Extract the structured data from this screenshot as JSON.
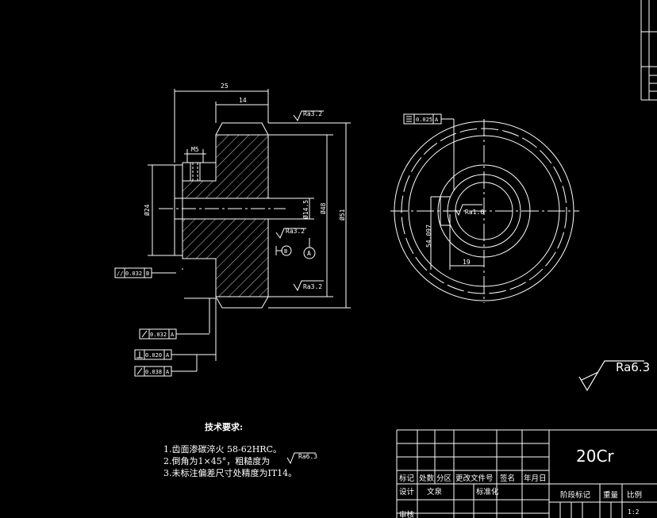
{
  "drawing": {
    "dimensions": {
      "overall_width": "25",
      "hub_width": "14",
      "thread": "M5",
      "bore_dia": "Ø24",
      "hub_dia": "Ø14.5",
      "body_dia": "Ø48",
      "outer_dia": "Ø51",
      "keyway_depth": "54.097",
      "keyway_offset": "19"
    },
    "roughness": {
      "top": "Ra3.2",
      "mid": "Ra3.2",
      "bottom": "Ra3.2",
      "right_view": "Ra1.6",
      "general": "Ra6.3"
    },
    "tolerances": {
      "flatness_value": "0.025",
      "flatness_datum": "A",
      "parallel_value": "0.032",
      "parallel_datum": "B",
      "runout1_value": "0.032",
      "runout1_datum": "A",
      "perp_value": "0.020",
      "perp_datum": "A",
      "runout2_value": "0.038",
      "runout2_datum": "A"
    },
    "datum_a": "A",
    "datum_b": "B"
  },
  "tech_requirements": {
    "heading": "技术要求:",
    "items": [
      "1.齿面渗碳淬火 58-62HRC。",
      "2.倒角为1×45°，粗糙度为",
      "3.未标注偏差尺寸处精度为IT14。"
    ],
    "item2_ra": "Ra6.3"
  },
  "title_block": {
    "material": "20Cr",
    "headers": [
      "标记",
      "处数",
      "分区",
      "更改文件号",
      "签名",
      "年月日"
    ],
    "row2": [
      "设计",
      "文泉",
      "标准化"
    ],
    "row3": [
      "审核"
    ],
    "stage_label": "阶段标记",
    "weight_label": "重量",
    "scale_label": "比例",
    "scale_value": "1:2"
  }
}
